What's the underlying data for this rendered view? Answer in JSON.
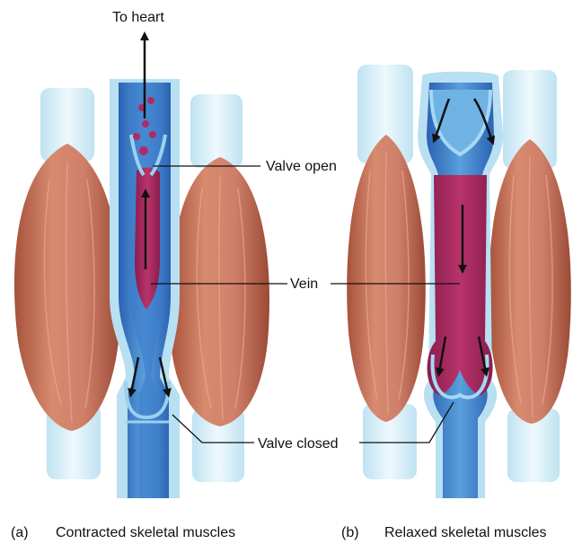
{
  "labels": {
    "to_heart": "To heart",
    "valve_open": "Valve open",
    "vein": "Vein",
    "valve_closed": "Valve closed"
  },
  "captions": {
    "a_letter": "(a)",
    "a_text": "Contracted skeletal muscles",
    "b_letter": "(b)",
    "b_text": "Relaxed skeletal muscles"
  },
  "colors": {
    "muscle": "#c9765d",
    "muscle_dark": "#9b4a36",
    "tendon": "#d6eef7",
    "vein_outer": "#a9d6ef",
    "vein_wall": "#3f86cf",
    "vein_lumen": "#2f6fc0",
    "blood": "#a8285e",
    "arrow": "#111111"
  }
}
